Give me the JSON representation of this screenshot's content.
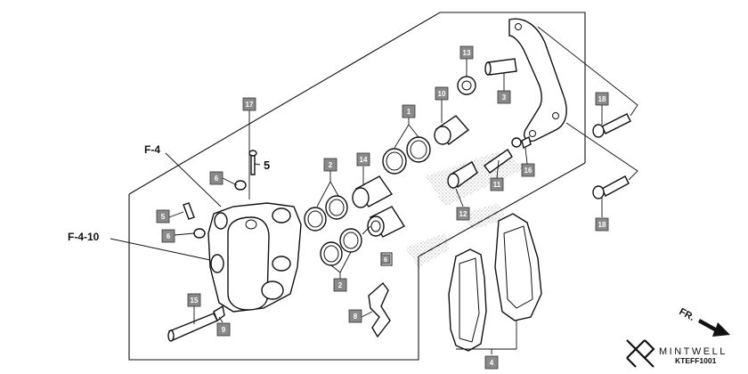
{
  "callouts": {
    "c1": "1",
    "c2a": "2",
    "c2b": "2",
    "c3": "3",
    "c4": "4",
    "c5": "5",
    "c6a": "6",
    "c6b": "6",
    "c6c": "6",
    "c8": "8",
    "c9": "9",
    "c10": "10",
    "c11": "11",
    "c12": "12",
    "c13": "13",
    "c14": "14",
    "c15": "15",
    "c16": "16",
    "c17": "17",
    "c18a": "18",
    "c18b": "18"
  },
  "plain_labels": {
    "p5": "5"
  },
  "references": {
    "r_f4": "F-4",
    "r_f410": "F-4-10"
  },
  "direction": {
    "label": "FR."
  },
  "brand": {
    "name": "MINTWELL"
  },
  "diagram_code": "KTEFF1001"
}
